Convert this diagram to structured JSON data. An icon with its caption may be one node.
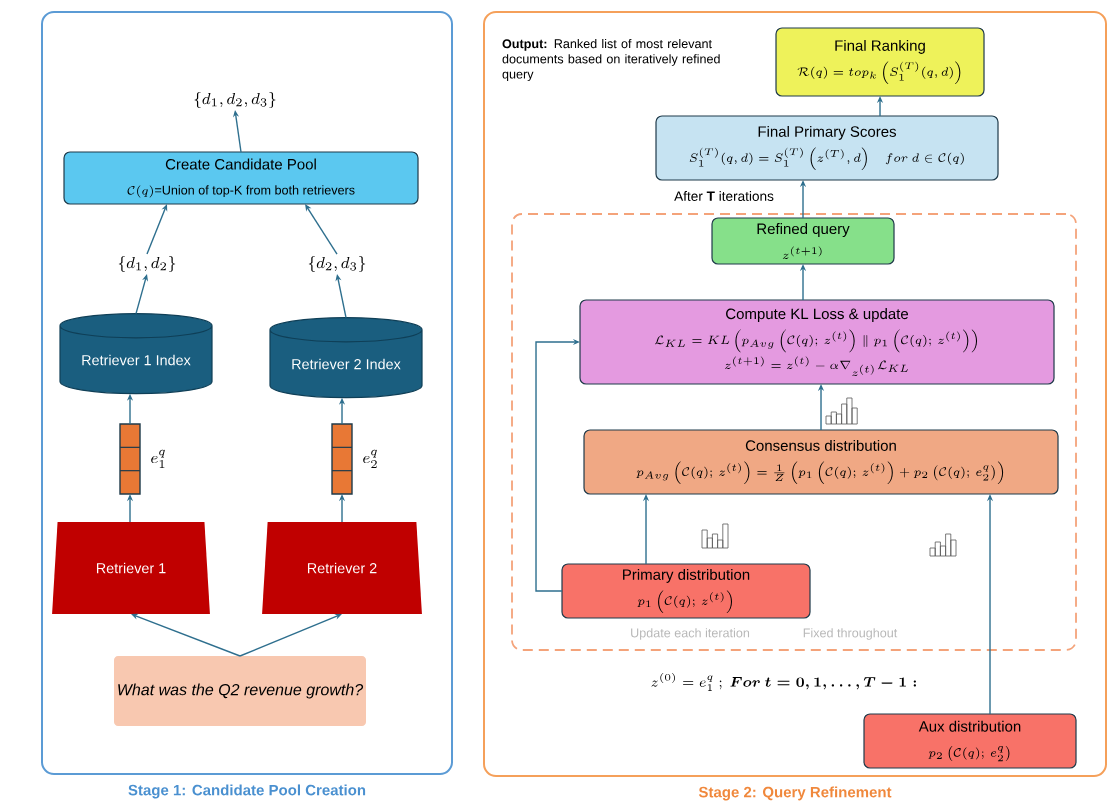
{
  "diagram": {
    "nodes": [
      {
        "text": [
          "Stage 1: Candidate Pool Creation"
        ]
      },
      {
        "text": [
          "\\{d_1, d_2, d_3\\}"
        ],
        "in": 0
      },
      {
        "text": [
          "Create Candidate Pool",
          "\\mathcal{C}(q)\\text{=Union of top-K from both retrievers}"
        ],
        "in": 0
      },
      {
        "text": [
          "\\{d_1, d_2\\}"
        ],
        "in": 0
      },
      {
        "text": [
          "\\{d_2, d_3\\}"
        ],
        "in": 0
      },
      {
        "text": [
          "Retriever 1 Index"
        ],
        "in": 0
      },
      {
        "text": [
          "Retriever 2 Index"
        ],
        "in": 0
      },
      {
        "text": [],
        "shape": "bar",
        "beside": [
          "e_1^q"
        ],
        "in": 0
      },
      {
        "text": [],
        "shape": "bar",
        "beside": [
          "e_2^q"
        ],
        "in": 0
      },
      {
        "text": [
          "Retriever 1"
        ],
        "in": 0
      },
      {
        "text": [
          "Retriever 2"
        ],
        "in": 0
      },
      {
        "text": [
          "What was the Q2 revenue growth?"
        ],
        "in": 0
      },
      {
        "text": [
          "Stage 2: Query Refinement"
        ]
      },
      {
        "text": [
          "Final Ranking",
          "\\mathcal{R}(q) = top_k\\left(S_1^{(T)}(q,d)\\right)"
        ],
        "in": 12
      },
      {
        "text": [
          "Final Primary Scores",
          "S_1^{(T)}(q,d) = S_1^{(T)}\\left(z^{(T)},d\\right)\\quad for\\ d \\in \\mathcal{C}(q)"
        ],
        "in": 12
      },
      {
        "text": [],
        "shape": "box",
        "in": 12
      },
      {
        "text": [
          "Refined query",
          "z^{(t+1)}"
        ],
        "in": 15
      },
      {
        "text": [
          "Compute KL Loss & update",
          "\\mathcal{L}_{KL} = KL\\left(p_{Avg}\\left(\\mathcal{C}(q);\\, z^{(t)}\\right) \\parallel p_1\\left(\\mathcal{C}(q);\\, z^{(t)}\\right)\\right)",
          "z^{(t+1)} = z^{(t)} - \\alpha\\nabla_{z^{(t)}}\\mathcal{L}_{KL}"
        ],
        "in": 15
      },
      {
        "text": [
          "Consensus distribution",
          "p_{Avg}\\left(\\mathcal{C}(q);\\, z^{(t)}\\right) = \\frac{1}{Z}\\left(p_1\\left(\\mathcal{C}(q);\\, z^{(t)}\\right) + p_2\\left(\\mathcal{C}(q);\\, e_2^q\\right)\\right)"
        ],
        "in": 15
      },
      {
        "text": [
          "Primary distribution",
          "p_1\\left(\\mathcal{C}(q);\\, z^{(t)}\\right)"
        ],
        "in": 15
      },
      {
        "text": [
          "Aux distribution",
          "p_2\\left(\\mathcal{C}(q);\\, e_2^q\\right)"
        ],
        "in": 12
      }
    ],
    "edges": [
      {
        "from": 2,
        "to": 1,
        "arrow": "to"
      },
      {
        "from": 3,
        "to": 2,
        "arrow": "to"
      },
      {
        "from": 4,
        "to": 2,
        "arrow": "to"
      },
      {
        "from": 5,
        "to": 3,
        "arrow": "to"
      },
      {
        "from": 6,
        "to": 4,
        "arrow": "to"
      },
      {
        "from": 7,
        "to": 5,
        "arrow": "to"
      },
      {
        "from": 8,
        "to": 6,
        "arrow": "to"
      },
      {
        "from": 9,
        "to": 7,
        "arrow": "to"
      },
      {
        "from": 10,
        "to": 8,
        "arrow": "to"
      },
      {
        "from": 11,
        "to": 9,
        "arrow": "to"
      },
      {
        "from": 11,
        "to": 10,
        "arrow": "to"
      },
      {
        "from": 14,
        "to": 13,
        "arrow": "to"
      },
      {
        "from": 16,
        "to": 14,
        "arrow": "to",
        "label": "After **T** iterations"
      },
      {
        "from": 17,
        "to": 16,
        "arrow": "to"
      },
      {
        "from": 18,
        "to": 17,
        "arrow": "to"
      },
      {
        "from": 19,
        "to": 18,
        "arrow": "to"
      },
      {
        "from": 20,
        "to": 18,
        "arrow": "to"
      },
      {
        "from": 19,
        "to": 17,
        "arrow": "to"
      }
    ],
    "labels": [
      "**Output:** Ranked list of most relevant documents based on iteratively refined query",
      "Update each iteration",
      "Fixed throughout",
      "z^{(0)} = e_1^q\\ ;\\ \\boldsymbol{For\\ t = 0, 1, \\ldots, T-1:}"
    ]
  }
}
